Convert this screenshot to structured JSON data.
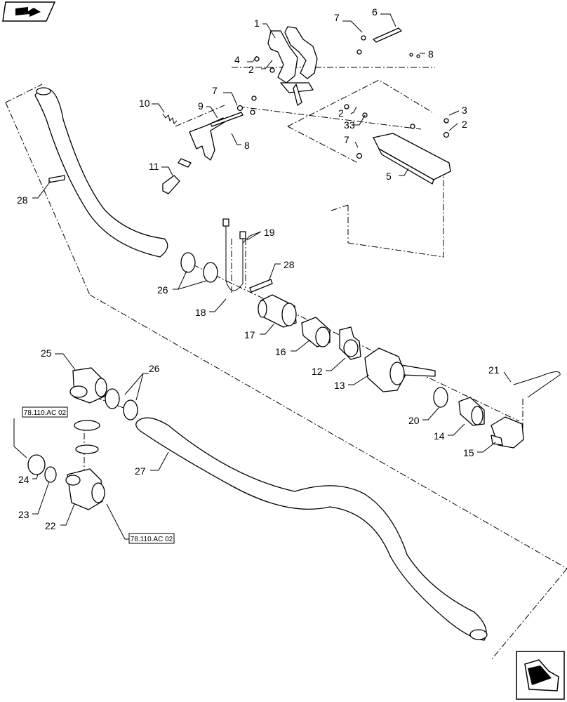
{
  "diagram": {
    "ref_labels": [
      "78.110.AC 02",
      "78.110.AC 02"
    ],
    "callouts": [
      "1",
      "2",
      "3",
      "4",
      "5",
      "6",
      "7",
      "8",
      "2",
      "3",
      "7",
      "8",
      "9",
      "10",
      "11",
      "7",
      "2",
      "3",
      "28",
      "19",
      "28",
      "26",
      "18",
      "17",
      "16",
      "12",
      "13",
      "21",
      "25",
      "26",
      "20",
      "14",
      "15",
      "27",
      "24",
      "23",
      "22"
    ]
  },
  "nav": {
    "top_icon": "book-arrow-icon",
    "bottom_icon": "next-page-arrow-icon"
  }
}
